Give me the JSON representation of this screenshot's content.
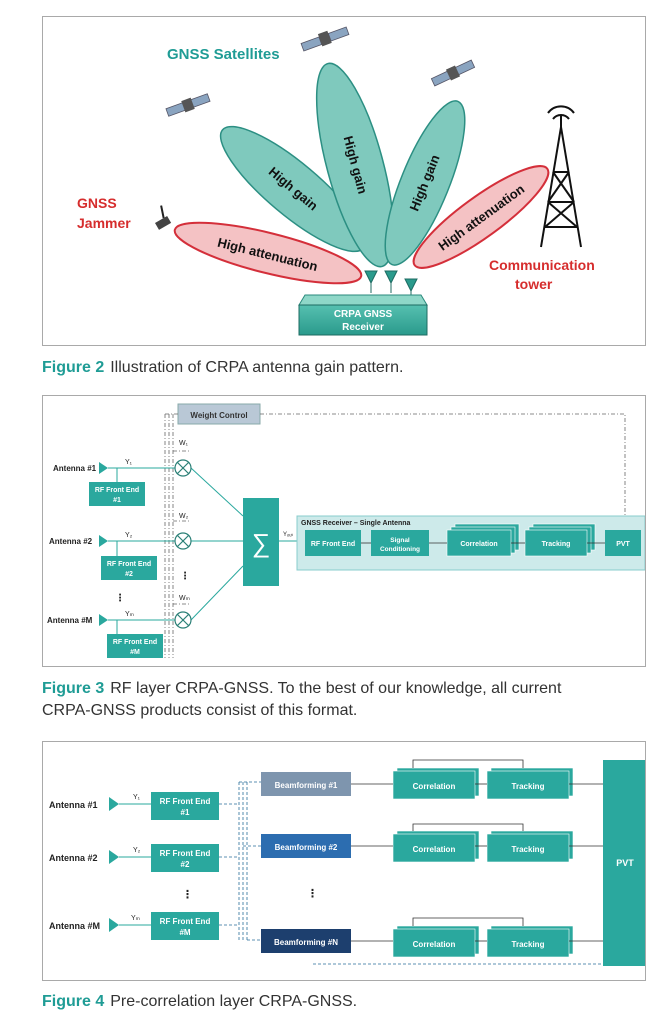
{
  "figure2": {
    "satellites_label": "GNSS Satellites",
    "jammer_label_1": "GNSS",
    "jammer_label_2": "Jammer",
    "tower_label_1": "Communication",
    "tower_label_2": "tower",
    "lobe_left_att": "High attenuation",
    "lobe_gain_1": "High gain",
    "lobe_gain_2": "High gain",
    "lobe_gain_3": "High gain",
    "lobe_right_att": "High attenuation",
    "receiver_1": "CRPA GNSS",
    "receiver_2": "Receiver",
    "caption_label": "Figure 2",
    "caption_text": "Illustration of CRPA antenna gain pattern."
  },
  "figure3": {
    "weight_control": "Weight Control",
    "antenna_1": "Antenna #1",
    "antenna_2": "Antenna #2",
    "antenna_m": "Antenna #M",
    "y1": "Y₁",
    "y2": "Y₂",
    "ym": "Yₘ",
    "w1": "W₁",
    "w2": "W₂",
    "wm": "Wₘ",
    "rf1_a": "RF Front End",
    "rf1_b": "#1",
    "rf2_a": "RF Front End",
    "rf2_b": "#2",
    "rfm_a": "RF Front End",
    "rfm_b": "#M",
    "sum": "∑",
    "yout": "Yₒᵤₜ",
    "receiver_title": "GNSS Receiver – Single Antenna",
    "rf_front_end": "RF Front End",
    "signal_1": "Signal",
    "signal_2": "Conditioning",
    "correlation": "Correlation",
    "tracking": "Tracking",
    "pvt": "PVT",
    "caption_label": "Figure 3",
    "caption_text": "RF layer CRPA-GNSS. To the best of our knowledge, all current CRPA-GNSS products consist of this format."
  },
  "figure4": {
    "antenna_1": "Antenna #1",
    "antenna_2": "Antenna #2",
    "antenna_m": "Antenna #M",
    "y1": "Y₁",
    "y2": "Y₂",
    "ym": "Yₘ",
    "rf1_a": "RF Front End",
    "rf1_b": "#1",
    "rf2_a": "RF Front End",
    "rf2_b": "#2",
    "rfm_a": "RF Front End",
    "rfm_b": "#M",
    "beam_1": "Beamforming #1",
    "beam_2": "Beamforming #2",
    "beam_n": "Beamforming #N",
    "correlation": "Correlation",
    "tracking": "Tracking",
    "pvt": "PVT",
    "caption_label": "Figure 4",
    "caption_text": "Pre-correlation layer CRPA-GNSS."
  },
  "colors": {
    "teal_dark": "#1f9c95",
    "teal_block": "#2aa89e",
    "lobe_teal": "#7fc9bd",
    "lobe_red": "#f4c2c4",
    "red_text": "#d62d2d"
  }
}
